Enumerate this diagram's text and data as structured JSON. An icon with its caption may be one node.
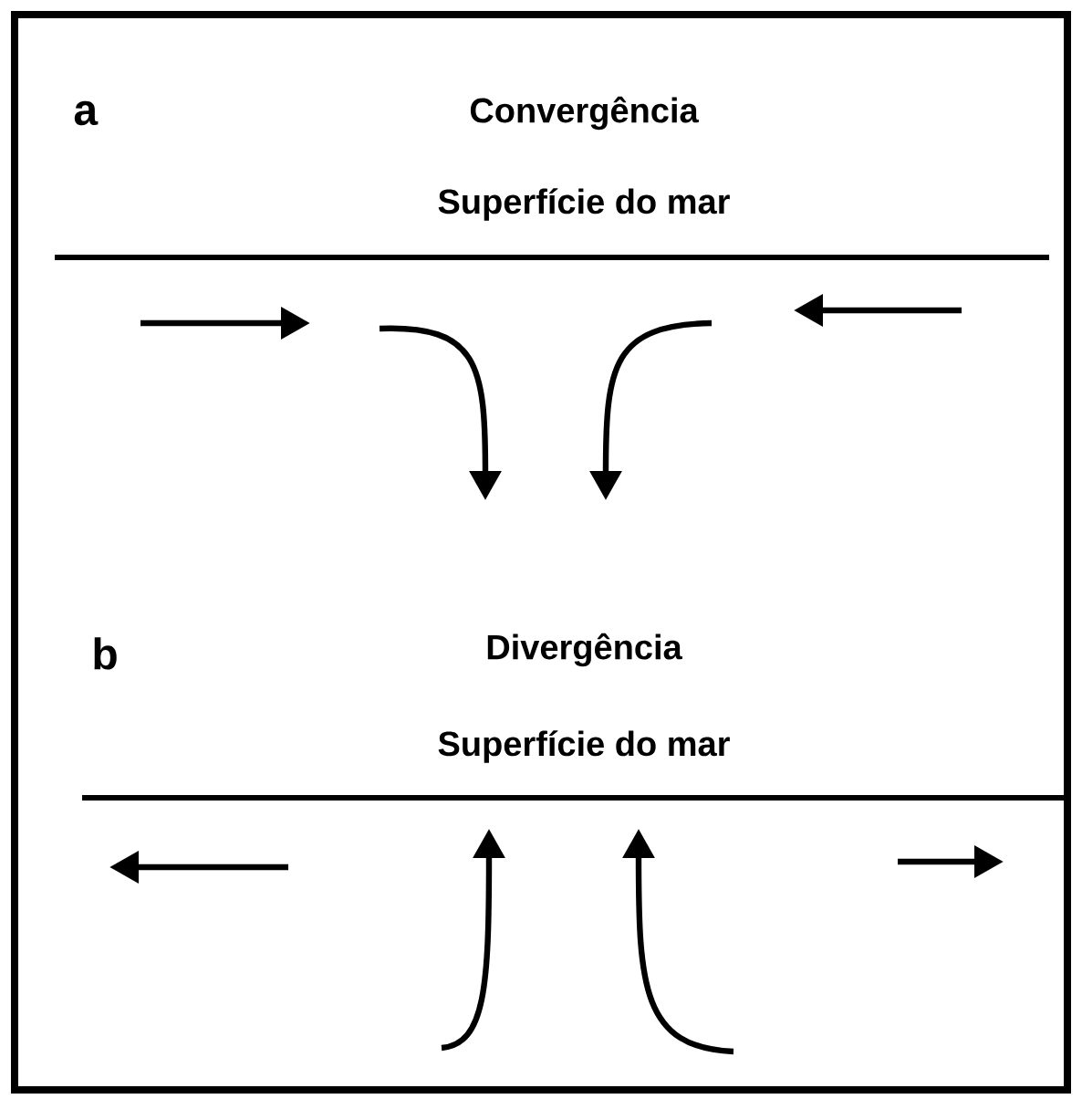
{
  "diagram": {
    "labels": [
      "a",
      "Convergência",
      "Superfície do mar",
      "b",
      "Divergência",
      "Superfície do mar"
    ]
  }
}
